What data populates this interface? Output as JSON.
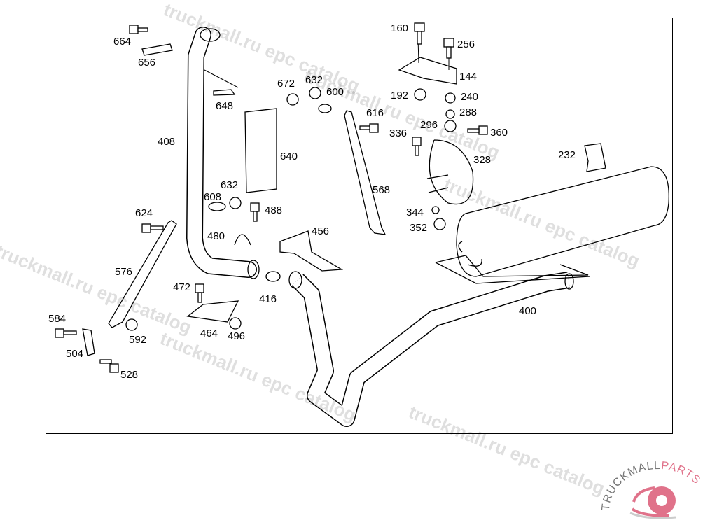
{
  "labels": [
    "664",
    "656",
    "408",
    "648",
    "672",
    "632",
    "600",
    "616",
    "640",
    "632",
    "608",
    "488",
    "480",
    "456",
    "624",
    "576",
    "472",
    "416",
    "464",
    "496",
    "584",
    "592",
    "504",
    "528",
    "160",
    "256",
    "144",
    "192",
    "240",
    "288",
    "296",
    "360",
    "336",
    "328",
    "232",
    "568",
    "344",
    "352",
    "400"
  ],
  "watermark": "truckmall.ru epc catalog",
  "logo": {
    "text_left": "TRUCKMALL",
    "text_right": "PARTS",
    "brand_color": "#e0728a",
    "text_color": "#777777"
  }
}
